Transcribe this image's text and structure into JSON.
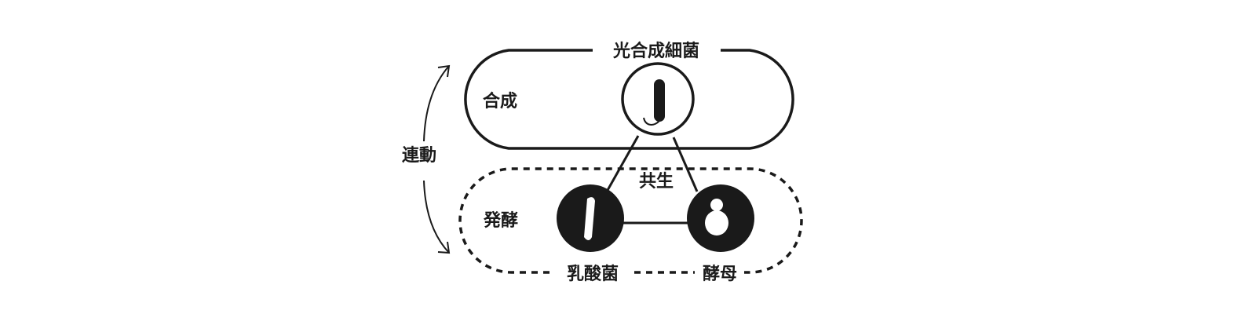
{
  "title": "光合成細菌",
  "groups": {
    "synthesis": "合成",
    "fermentation": "発酵"
  },
  "link_label": "連動",
  "center_label": "共生",
  "organisms": {
    "photosynthetic": "光合成細菌",
    "lactic": "乳酸菌",
    "yeast": "酵母"
  },
  "colors": {
    "ink": "#1a1a1a",
    "background": "#ffffff"
  }
}
